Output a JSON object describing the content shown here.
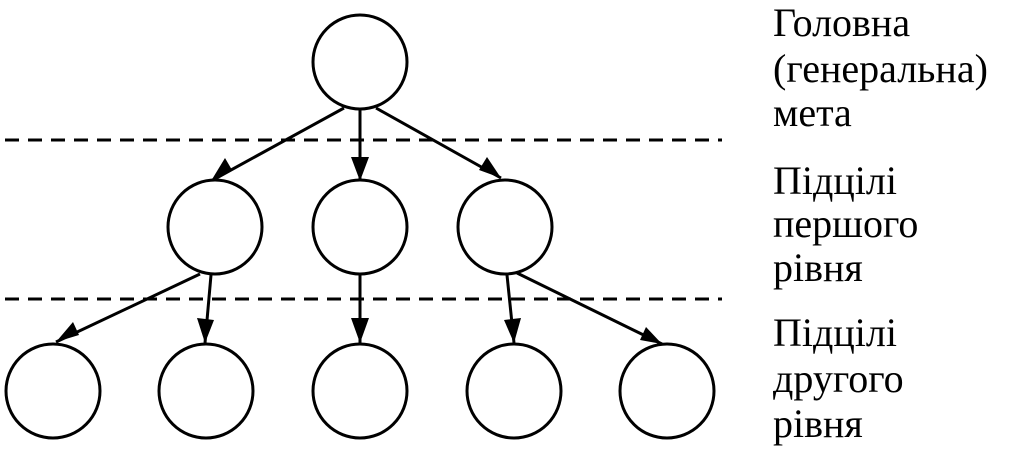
{
  "levels": [
    {
      "label_lines": [
        "Головна",
        "(генеральна)",
        "мета"
      ]
    },
    {
      "label_lines": [
        "Підцілі",
        "першого",
        "рівня"
      ]
    },
    {
      "label_lines": [
        "Підцілі",
        "другого",
        "рівня"
      ]
    }
  ],
  "colors": {
    "stroke": "#000000",
    "node_fill": "#ffffff",
    "background": "#ffffff"
  }
}
